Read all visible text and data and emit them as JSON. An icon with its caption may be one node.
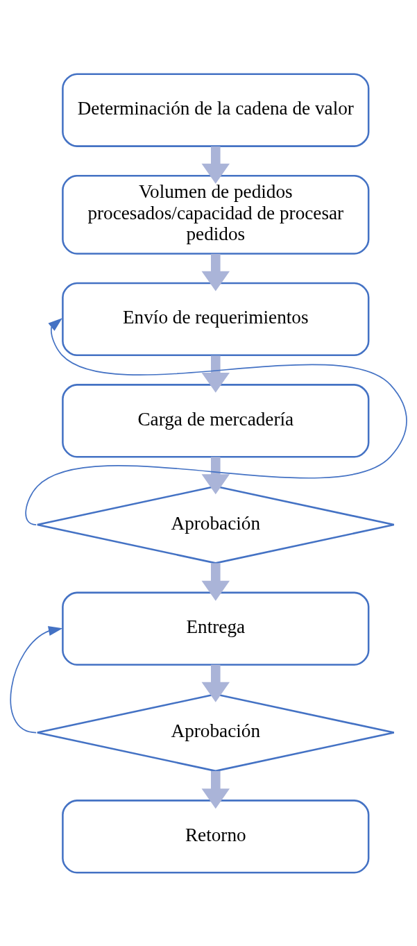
{
  "diagram": {
    "nodes": [
      {
        "text": [
          "Determinación de la cadena de valor"
        ]
      },
      {
        "text": [
          "Volumen de pedidos procesados/capacidad de procesar pedidos"
        ]
      },
      {
        "text": [
          "Envío de requerimientos"
        ]
      },
      {
        "text": [
          "Carga de mercadería"
        ]
      },
      {
        "text": [
          "Aprobación"
        ]
      },
      {
        "text": [
          "Entrega"
        ]
      },
      {
        "text": [
          "Aprobación"
        ]
      },
      {
        "text": [
          "Retorno"
        ]
      }
    ],
    "edges": [
      {
        "from": 0,
        "to": 1,
        "arrow": "to"
      },
      {
        "from": 1,
        "to": 2,
        "arrow": "to"
      },
      {
        "from": 2,
        "to": 3,
        "arrow": "to"
      },
      {
        "from": 3,
        "to": 4,
        "arrow": "to"
      },
      {
        "from": 4,
        "to": 2,
        "arrow": "to",
        "color": "#4472c4"
      },
      {
        "from": 4,
        "to": 5,
        "arrow": "to"
      },
      {
        "from": 5,
        "to": 6,
        "arrow": "to"
      },
      {
        "from": 6,
        "to": 5,
        "arrow": "to",
        "color": "#4472c4"
      },
      {
        "from": 6,
        "to": 7,
        "arrow": "to"
      }
    ]
  }
}
